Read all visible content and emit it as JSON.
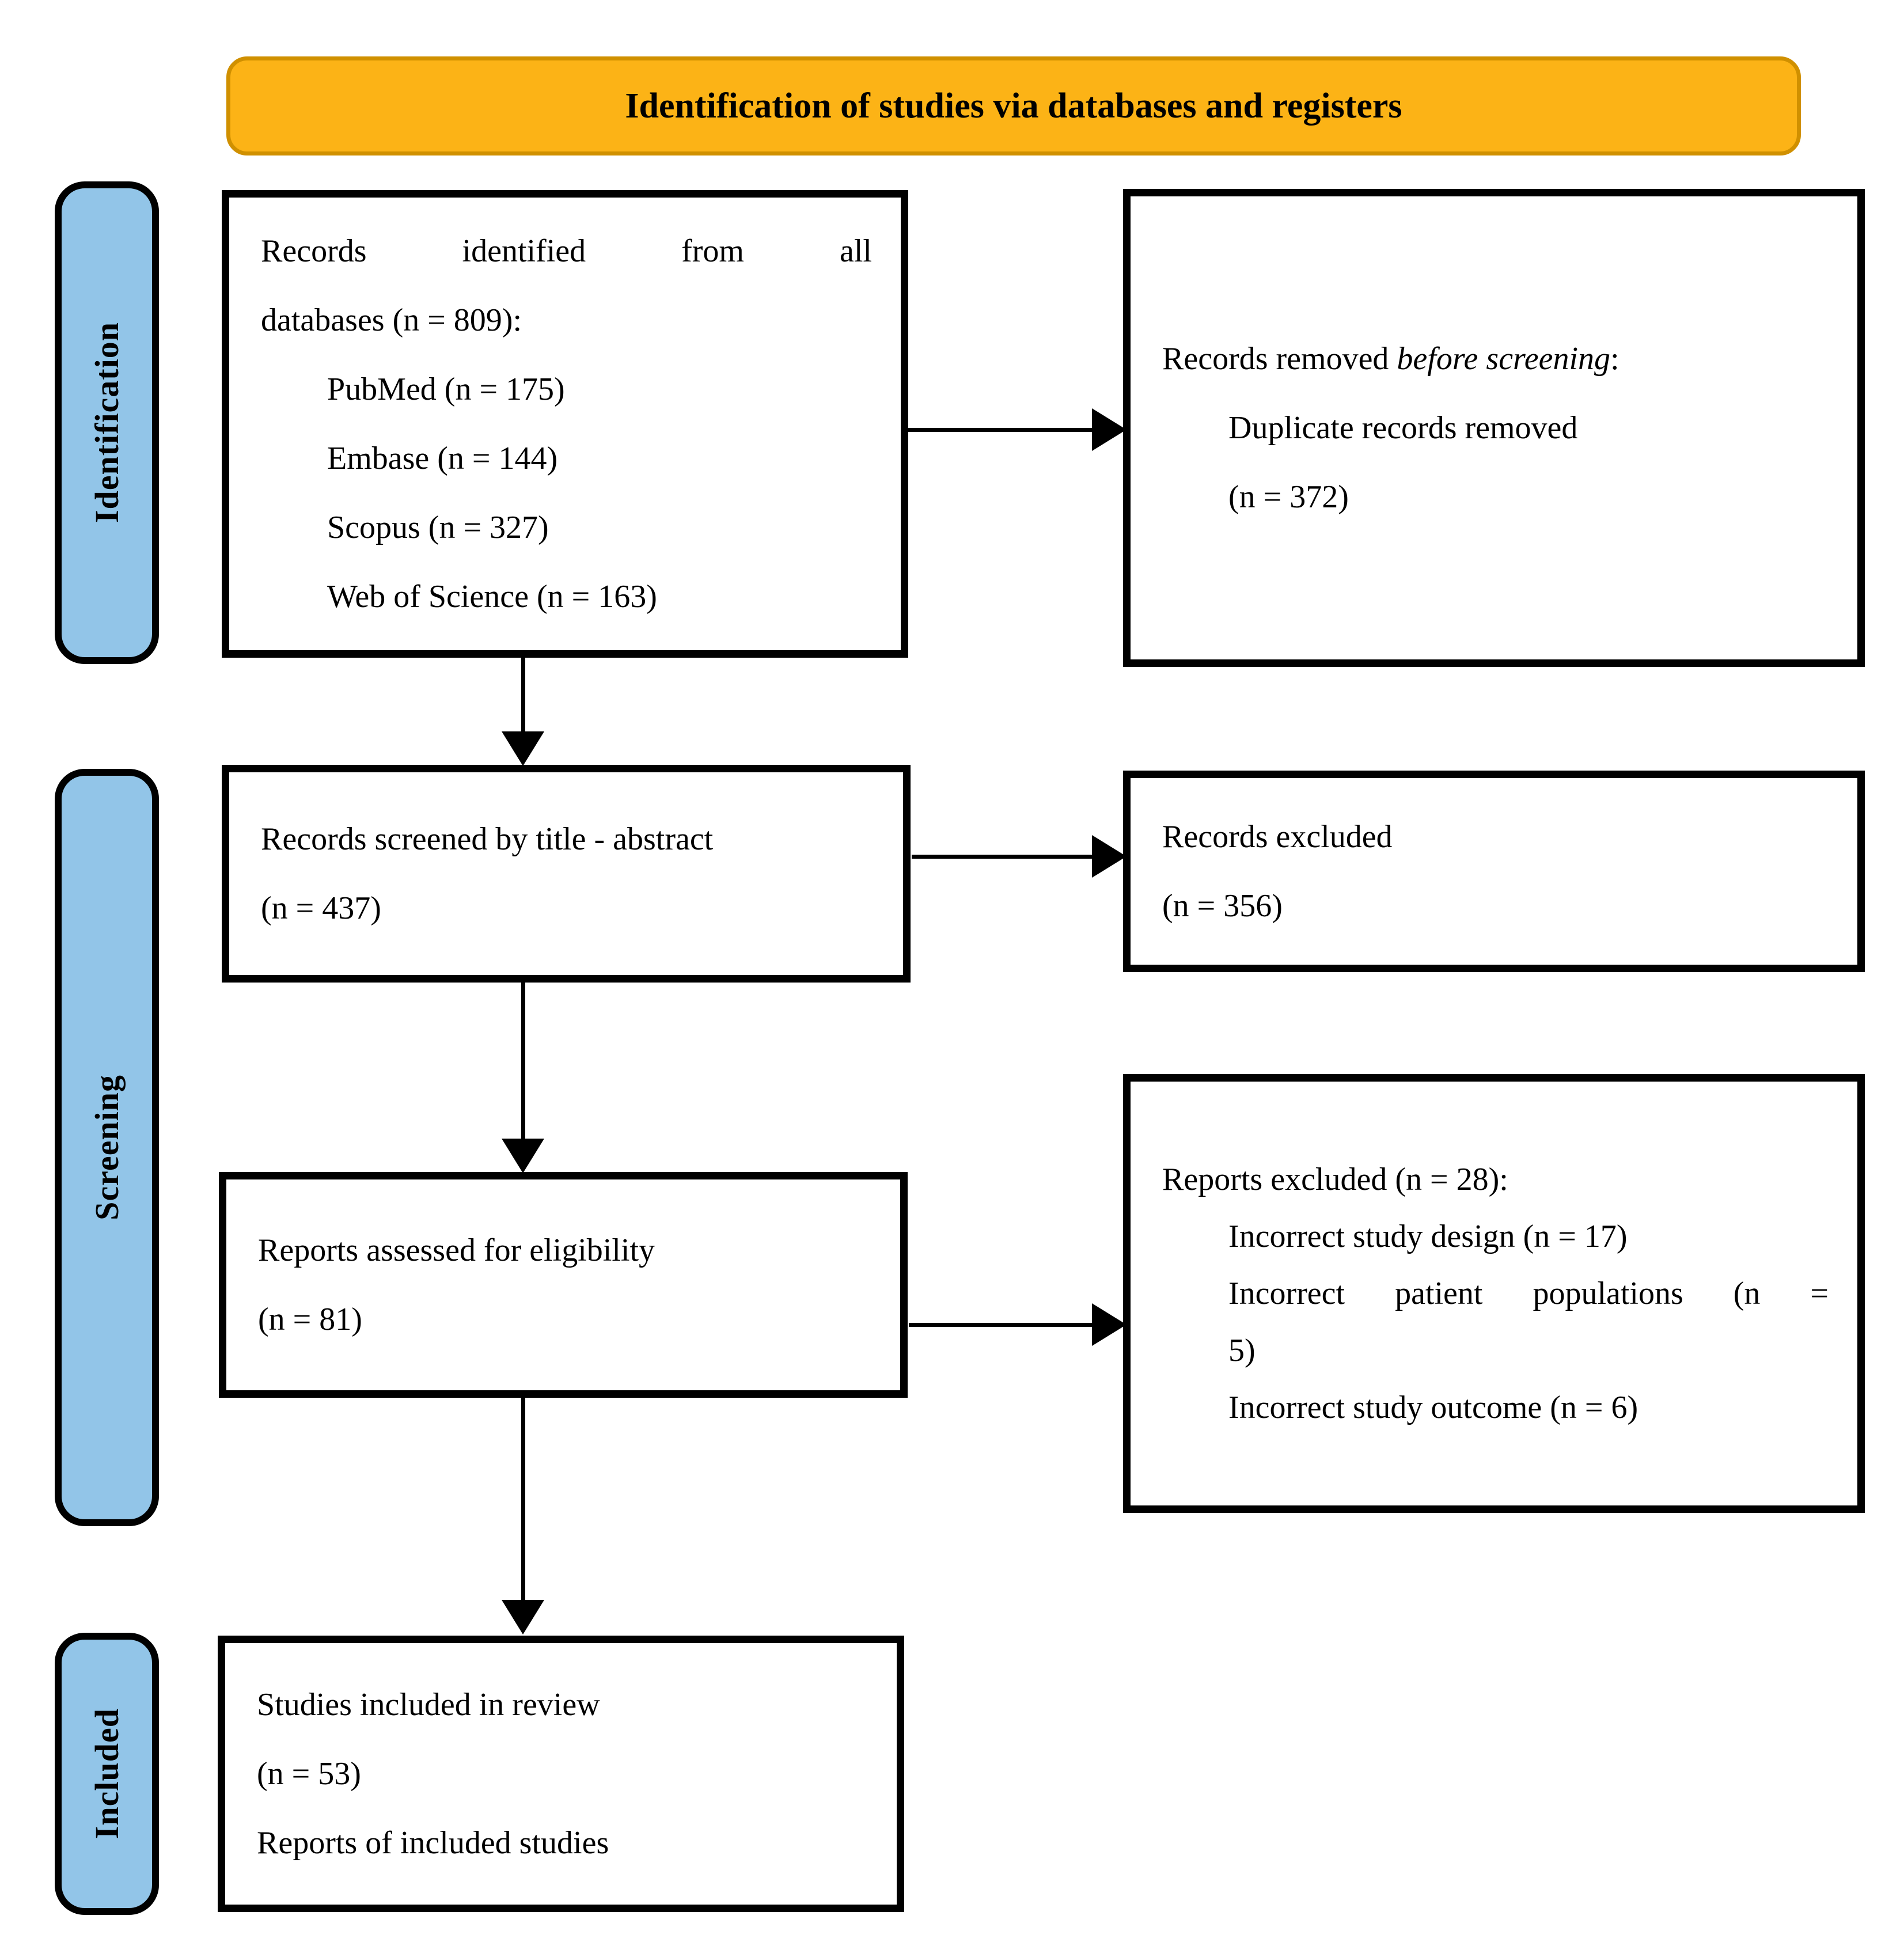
{
  "banner": {
    "title": "Identification of studies via databases and registers"
  },
  "stages": {
    "identification": "Identification",
    "screening": "Screening",
    "included": "Included"
  },
  "records_identified": {
    "intro_line1": "Records identified from all",
    "intro_line2": "databases (n = 809):",
    "items": [
      "PubMed (n = 175)",
      "Embase (n = 144)",
      "Scopus (n = 327)",
      "Web of Science (n = 163)"
    ]
  },
  "records_removed": {
    "intro_prefix": "Records removed ",
    "intro_emphasis": "before screening",
    "intro_suffix": ":",
    "item_line1": "Duplicate records removed",
    "item_line2": "(n = 372)"
  },
  "records_screened": {
    "line1": "Records screened by title - abstract",
    "line2": "(n = 437)"
  },
  "records_excluded": {
    "line1": "Records excluded",
    "line2": "(n = 356)"
  },
  "reports_assessed": {
    "line1": "Reports assessed for eligibility",
    "line2": "(n = 81)"
  },
  "reports_excluded": {
    "intro": "Reports excluded (n = 28):",
    "item1": "Incorrect study design (n = 17)",
    "item2_line1": "Incorrect patient populations (n =",
    "item2_line2": "5)",
    "item3": "Incorrect study outcome (n = 6)"
  },
  "studies_included": {
    "line1": "Studies included in review",
    "line2": "(n = 53)",
    "line3": "Reports of included studies"
  },
  "colors": {
    "banner_fill": "#FCB316",
    "banner_border": "#D09000",
    "stage_fill": "#92C5E8",
    "line_color": "#000000"
  }
}
